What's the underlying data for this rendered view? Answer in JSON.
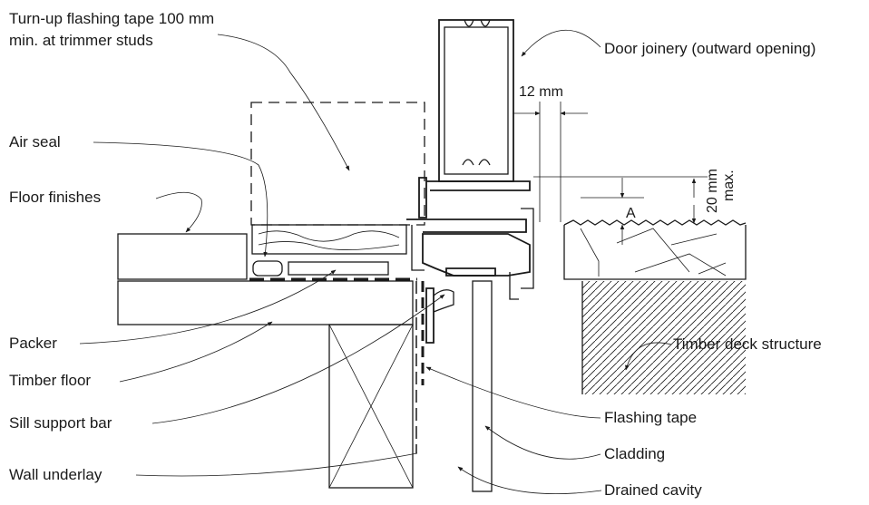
{
  "labels": {
    "turn_up_line1": "Turn-up flashing tape 100 mm",
    "turn_up_line2": "min. at trimmer studs",
    "door_joinery": "Door joinery (outward opening)",
    "air_seal": "Air seal",
    "floor_finishes": "Floor finishes",
    "packer": "Packer",
    "timber_floor": "Timber floor",
    "sill_support_bar": "Sill support bar",
    "wall_underlay": "Wall underlay",
    "timber_deck_structure": "Timber deck structure",
    "flashing_tape": "Flashing tape",
    "cladding": "Cladding",
    "drained_cavity": "Drained cavity"
  },
  "dimensions": {
    "gap": "12 mm",
    "step_a": "A",
    "max_step_value": "20 mm",
    "max_step_suffix": "max."
  },
  "colors": {
    "line": "#1a1a1a",
    "background": "#ffffff"
  }
}
